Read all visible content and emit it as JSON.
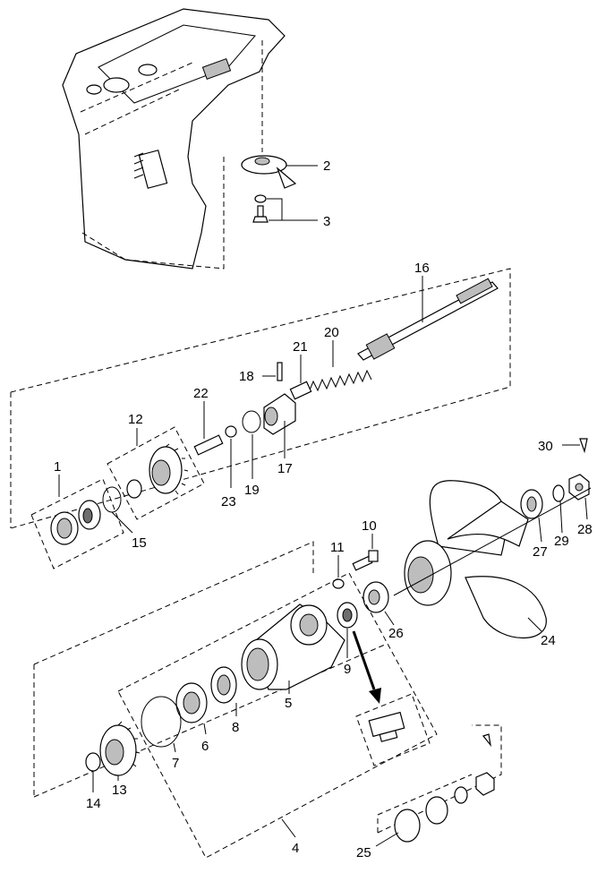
{
  "diagram": {
    "labels": {
      "l1": "1",
      "l2": "2",
      "l3": "3",
      "l4": "4",
      "l5": "5",
      "l6": "6",
      "l7": "7",
      "l8": "8",
      "l9": "9",
      "l10": "10",
      "l11": "11",
      "l12": "12",
      "l13": "13",
      "l14": "14",
      "l15": "15",
      "l16": "16",
      "l17": "17",
      "l18": "18",
      "l19": "19",
      "l20": "20",
      "l21": "21",
      "l22": "22",
      "l23": "23",
      "l24": "24",
      "l25": "25",
      "l26": "26",
      "l27": "27",
      "l28": "28",
      "l29": "29",
      "l30": "30"
    }
  }
}
